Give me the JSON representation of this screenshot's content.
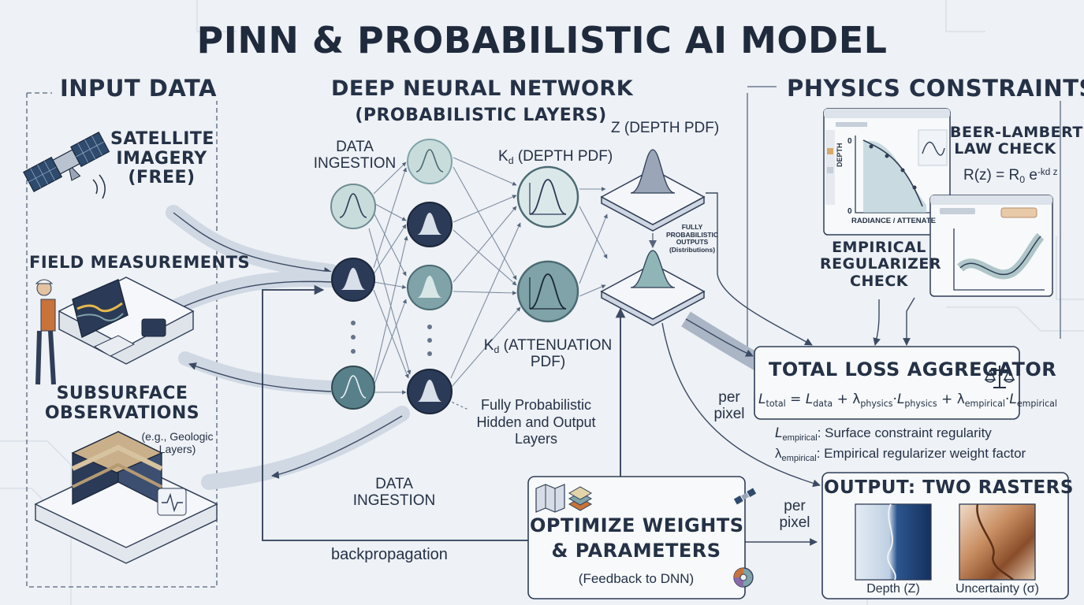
{
  "title": "PINN & PROBABILISTIC AI MODEL",
  "input": {
    "heading": "INPUT DATA",
    "satellite": [
      "SATELLITE",
      "IMAGERY",
      "(FREE)"
    ],
    "field": "FIELD MEASUREMENTS",
    "subsurface": [
      "SUBSURFACE",
      "OBSERVATIONS"
    ],
    "subsurface_note": [
      "(e.g., Geologic",
      "Layers)"
    ]
  },
  "dnn": {
    "heading": "DEEP NEURAL NETWORK",
    "subheading": "(PROBABILISTIC LAYERS)",
    "data_ingestion_top": [
      "DATA",
      "INGESTION"
    ],
    "data_ingestion_bottom": [
      "DATA",
      "INGESTION"
    ],
    "kd_depth_pdf_main": "K",
    "kd_depth_pdf_sub": "d",
    "kd_depth_pdf_rest": " (DEPTH PDF)",
    "kd_atten_main": "K",
    "kd_atten_sub": "d",
    "kd_atten_rest": " (ATTENUATION",
    "kd_atten_line2": "PDF)",
    "z_depth_pdf": "Z (DEPTH PDF)",
    "fully_prob_outputs": [
      "FULLY",
      "PROBABILISTIC",
      "OUTPUTS",
      "(Distributions)"
    ],
    "hidden_note": [
      "Fully Probabilistic",
      "Hidden and Output",
      "Layers"
    ]
  },
  "physics": {
    "heading": "PHYSICS CONSTRAINTS",
    "beer_lambert": [
      "BEER-LAMBERT",
      "LAW CHECK"
    ],
    "formula_lhs": "R(z) = R",
    "formula_sub0": "0",
    "formula_e": " e",
    "formula_exp": "-kd z",
    "plot_y_label": "DEPTH",
    "plot_x_label": "RADIANCE / ATTENATE",
    "plot_tick_top": "0",
    "plot_tick_bottom": "0",
    "empirical": [
      "EMPIRICAL",
      "REGULARIZER",
      "CHECK"
    ]
  },
  "loss": {
    "heading": "TOTAL LOSS AGGREGATOR",
    "L": "L",
    "total": "total",
    "data": "data",
    "physics": "physics",
    "empirical": "empirical",
    "lambda": "λ",
    "eq": " = ",
    "plus": " + ",
    "dot": "·",
    "def1_text": ": Surface constraint regularity",
    "def2_text": ": Empirical regularizer weight factor"
  },
  "per_pixel_1": [
    "per",
    "pixel"
  ],
  "per_pixel_2": [
    "per",
    "pixel"
  ],
  "optimize": {
    "line1": "OPTIMIZE WEIGHTS",
    "line2": "& PARAMETERS",
    "note": "(Feedback to DNN)"
  },
  "backprop": "backpropagation",
  "output": {
    "heading": "OUTPUT: TWO RASTERS",
    "depth_label": "Depth (Z)",
    "uncertainty_label": "Uncertainty (σ)"
  },
  "colors": {
    "ink": "#243146",
    "node_dark": "#2b3a57",
    "node_mid": "#7fa3a8",
    "node_light": "#c9dcdc",
    "raster_blue": "#1c3f75",
    "raster_brown": "#9a5b34"
  }
}
